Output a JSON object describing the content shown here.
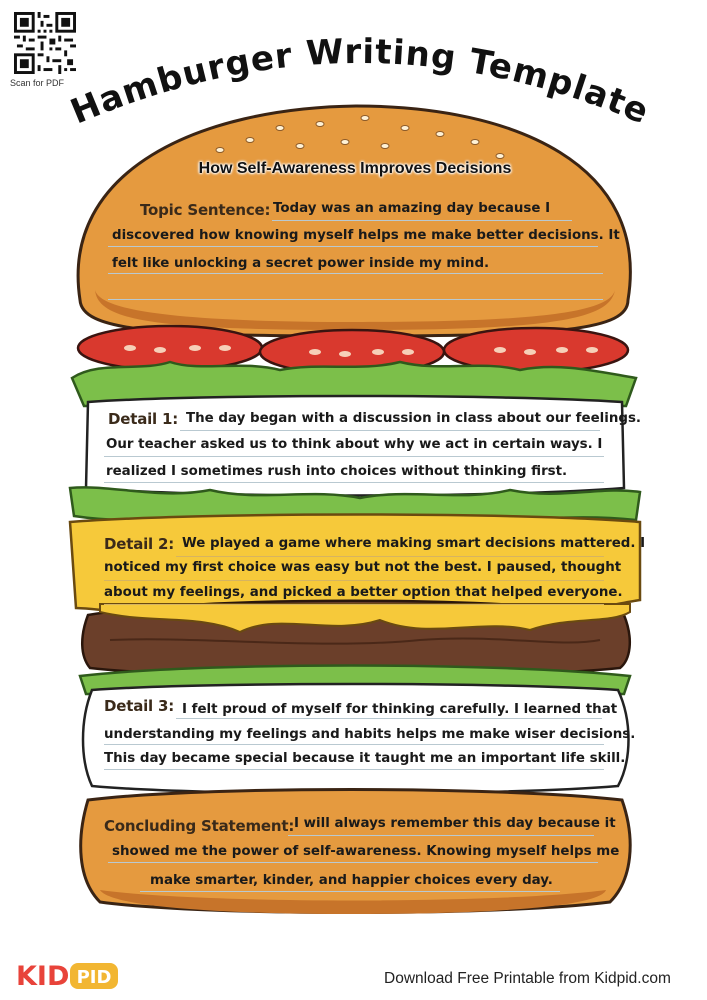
{
  "qr": {
    "caption": "Scan for PDF"
  },
  "title": "Hamburger Writing Template",
  "subtitle": "How Self-Awareness Improves Decisions",
  "topic": {
    "label": "Topic Sentence:",
    "lines": [
      "Today was an amazing day because I",
      "discovered how knowing myself helps me make better decisions. It",
      "felt like unlocking a secret power inside my mind."
    ]
  },
  "detail1": {
    "label": "Detail 1:",
    "lines": [
      "The day began with a discussion in class about our feelings.",
      "Our teacher asked us to think about why we act in certain ways. I",
      "realized I sometimes rush into choices without thinking first."
    ]
  },
  "detail2": {
    "label": "Detail 2:",
    "lines": [
      "We played a game where making smart decisions mattered. I",
      "noticed my first choice was easy but not the best. I paused, thought",
      "about my feelings, and picked a better option that helped everyone."
    ]
  },
  "detail3": {
    "label": "Detail 3:",
    "lines": [
      "I felt proud of myself for thinking carefully. I learned that",
      "understanding my feelings and habits helps me make wiser decisions.",
      "This day became special because it taught me an important life skill."
    ]
  },
  "conclusion": {
    "label": "Concluding Statement:",
    "lines": [
      "I will always remember this day because it",
      "showed me the power of self-awareness. Knowing myself helps me",
      "make smarter, kinder, and happier choices every day."
    ]
  },
  "footer": {
    "logo": "KIDPID",
    "text": "Download Free Printable from Kidpid.com"
  },
  "colors": {
    "bun": "#e59a3f",
    "bun_shadow": "#c7742a",
    "tomato": "#d9392e",
    "lettuce": "#7cbf4a",
    "cheese": "#f6c93a",
    "patty": "#6b3f2a",
    "logo_red": "#e8433a",
    "logo_yellow": "#f2b632"
  }
}
